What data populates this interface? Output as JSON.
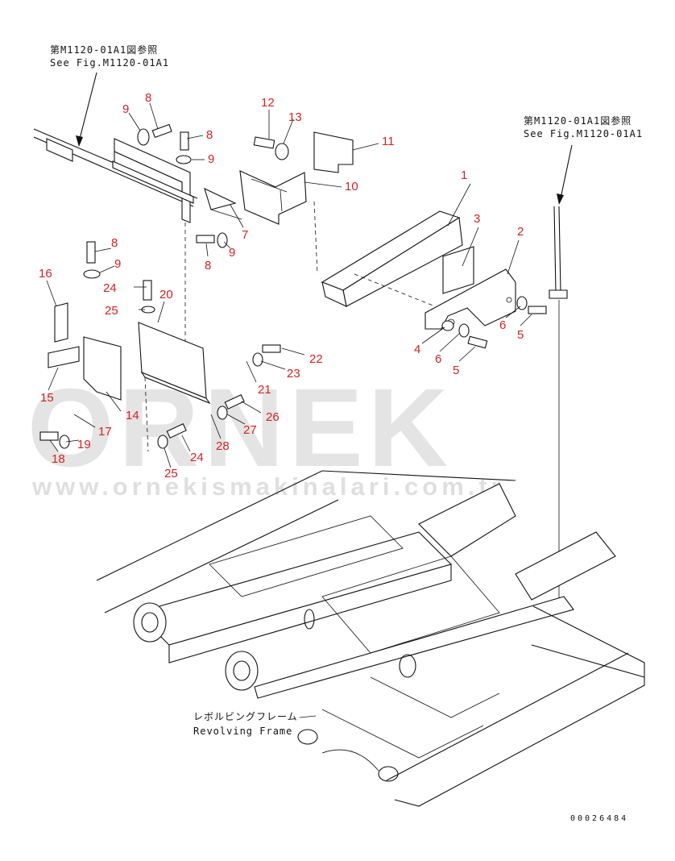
{
  "references": {
    "top_left": {
      "jp": "第M1120-01A1図参照",
      "en": "See Fig.M1120-01A1"
    },
    "top_right": {
      "jp": "第M1120-01A1図参照",
      "en": "See Fig.M1120-01A1"
    }
  },
  "frame_label": {
    "jp": "レボルビングフレーム",
    "en": "Revolving Frame"
  },
  "drawing_number": "00026484",
  "watermark": {
    "brand": "ORNEK",
    "url": "www.ornekismakinalari.com.tr"
  },
  "colors": {
    "callout": "#d32222",
    "line": "#111111",
    "watermark": "#cfcfcf"
  },
  "callouts": [
    "1",
    "2",
    "3",
    "4",
    "5",
    "5",
    "6",
    "6",
    "7",
    "8",
    "8",
    "8",
    "8",
    "9",
    "9",
    "9",
    "9",
    "10",
    "11",
    "12",
    "13",
    "14",
    "15",
    "16",
    "17",
    "18",
    "19",
    "20",
    "21",
    "22",
    "23",
    "24",
    "24",
    "25",
    "25",
    "26",
    "27",
    "28"
  ]
}
